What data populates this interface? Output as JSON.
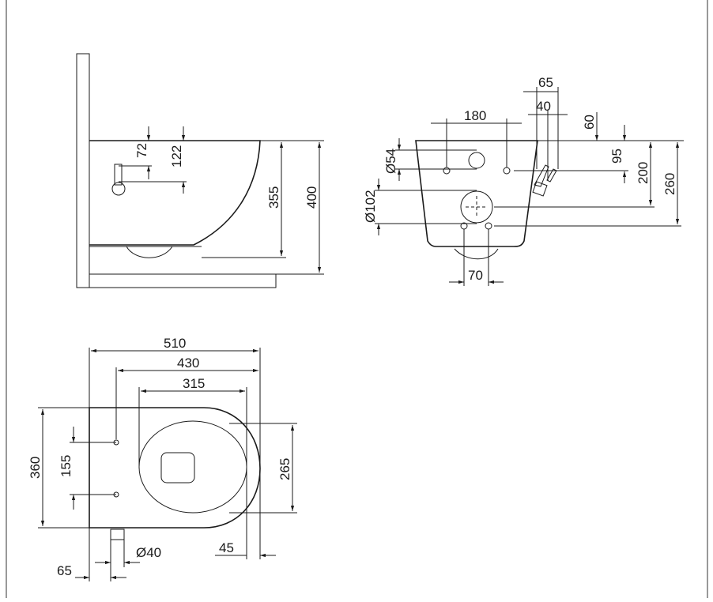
{
  "side_view": {
    "dims": {
      "d72": "72",
      "d122": "122",
      "d355": "355",
      "d400": "400"
    }
  },
  "front_view": {
    "dims": {
      "d65": "65",
      "d40": "40",
      "d180": "180",
      "d60": "60",
      "d95": "95",
      "d200": "200",
      "d260": "260",
      "d54": "Ø54",
      "d102": "Ø102",
      "d70": "70"
    }
  },
  "top_view": {
    "dims": {
      "d510": "510",
      "d430": "430",
      "d315": "315",
      "d360": "360",
      "d155": "155",
      "d265": "265",
      "d45": "45",
      "dO40": "Ø40",
      "d65": "65"
    }
  }
}
